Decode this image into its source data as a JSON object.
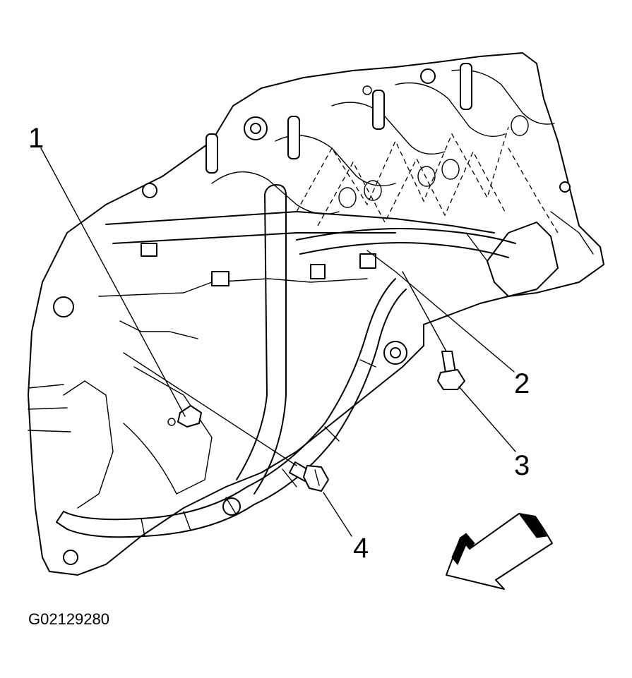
{
  "figure_id": "G02129280",
  "callouts": [
    {
      "id": 1,
      "label": "1"
    },
    {
      "id": 2,
      "label": "2"
    },
    {
      "id": 3,
      "label": "3"
    },
    {
      "id": 4,
      "label": "4"
    }
  ],
  "colors": {
    "line": "#000000",
    "background": "#ffffff"
  },
  "icons": [
    "direction-arrow-icon"
  ]
}
